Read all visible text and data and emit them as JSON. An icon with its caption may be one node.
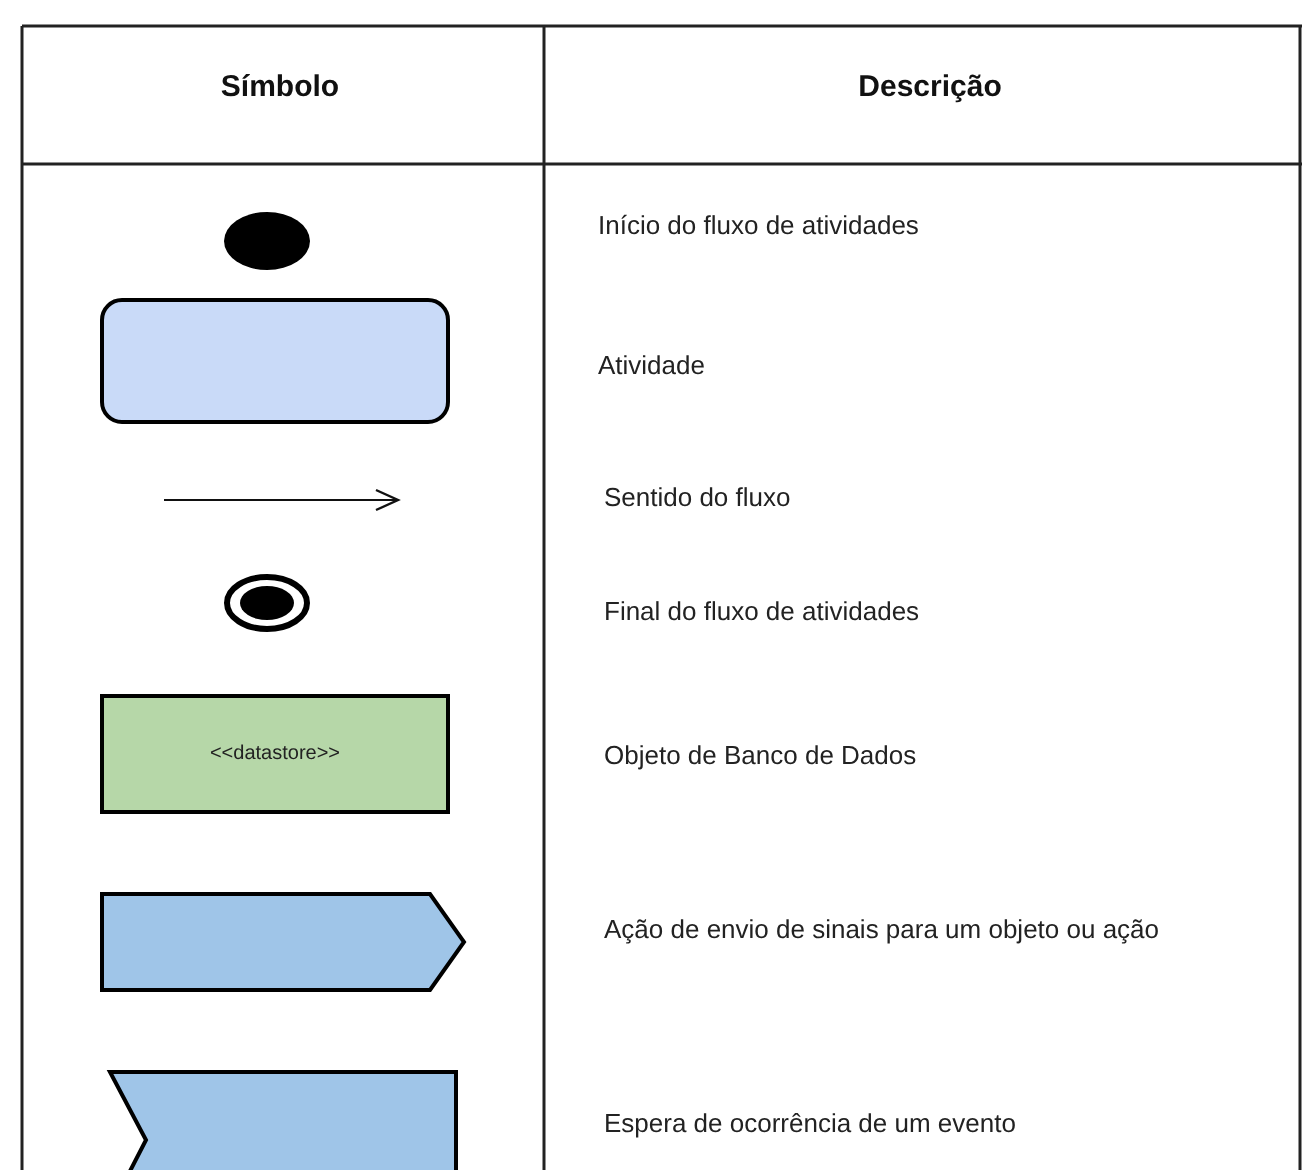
{
  "diagram": {
    "nodes": [
      {
        "text": [],
        "shape": "circle"
      },
      {
        "text": [],
        "shape": "box"
      },
      {
        "text": [],
        "shape": "bullseye"
      },
      {
        "text": [
          "<<datastore>>"
        ]
      },
      {
        "text": [],
        "shape": "pentagon"
      },
      {
        "text": [],
        "shape": "flag"
      }
    ],
    "labels": [
      "Símbolo",
      "Descrição",
      "Início do fluxo de atividades",
      "Atividade",
      "Sentido do fluxo",
      "Final do fluxo de atividades",
      "Objeto de Banco de Dados",
      "Ação de envio de sinais para um objeto ou ação",
      "Espera de ocorrência de um evento"
    ]
  }
}
